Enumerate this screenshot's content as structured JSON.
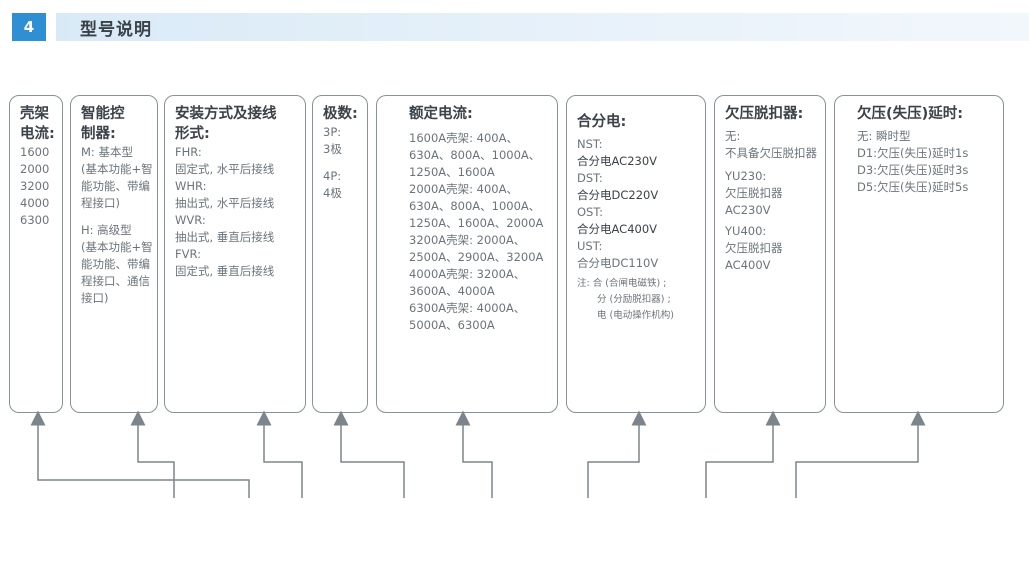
{
  "header": {
    "number": "4",
    "title": "型号说明"
  },
  "boxes": {
    "shell": {
      "title1": "壳架",
      "title2": "电流:",
      "lines": [
        "1600",
        "2000",
        "3200",
        "4000",
        "6300"
      ]
    },
    "controller": {
      "title1": "智能控",
      "title2": "制器:",
      "lines": [
        "M: 基本型",
        "(基本功能+智",
        "能功能、带编",
        "程接口)",
        "",
        "H: 高级型",
        "(基本功能+智",
        "能功能、带编",
        "程接口、通信",
        "接口)"
      ]
    },
    "install": {
      "title1": "安装方式及接线",
      "title2": "形式:",
      "lines": [
        "FHR:",
        "固定式, 水平后接线",
        "WHR:",
        "抽出式, 水平后接线",
        "WVR:",
        "抽出式, 垂直后接线",
        "FVR:",
        "固定式, 垂直后接线"
      ]
    },
    "poles": {
      "title": "极数:",
      "lines": [
        "3P:",
        "3极",
        "",
        "4P:",
        "4极"
      ]
    },
    "rated": {
      "title": "额定电流:",
      "lines": [
        "1600A壳架: 400A、",
        "630A、800A、1000A、",
        "1250A、1600A",
        "2000A壳架: 400A、",
        "630A、800A、1000A、",
        "1250A、1600A、2000A",
        "3200A壳架: 2000A、",
        "2500A、2900A、3200A",
        "4000A壳架: 3200A、",
        "3600A、4000A",
        "6300A壳架: 4000A、",
        "5000A、6300A"
      ]
    },
    "closing": {
      "title": "合分电:",
      "lines": [
        "NST:",
        "合分电AC230V",
        "DST:",
        "合分电DC220V",
        "OST:",
        "合分电AC400V",
        "UST:",
        "合分电DC110V"
      ],
      "notes": [
        "注: 合 (合闸电磁铁) ;",
        "分 (分励脱扣器) ;",
        "电 (电动操作机构)"
      ]
    },
    "undervoltage": {
      "title": "欠压脱扣器:",
      "lines": [
        "无:",
        "不具备欠压脱扣器",
        "YU230:",
        "欠压脱扣器",
        "AC230V",
        "YU400:",
        "欠压脱扣器",
        "AC400V"
      ]
    },
    "delay": {
      "title": "欠压(失压)延时:",
      "lines": [
        "无: 瞬时型",
        "D1:欠压(失压)延时1s",
        "D3:欠压(失压)延时3s",
        "D5:欠压(失压)延时5s"
      ]
    }
  }
}
